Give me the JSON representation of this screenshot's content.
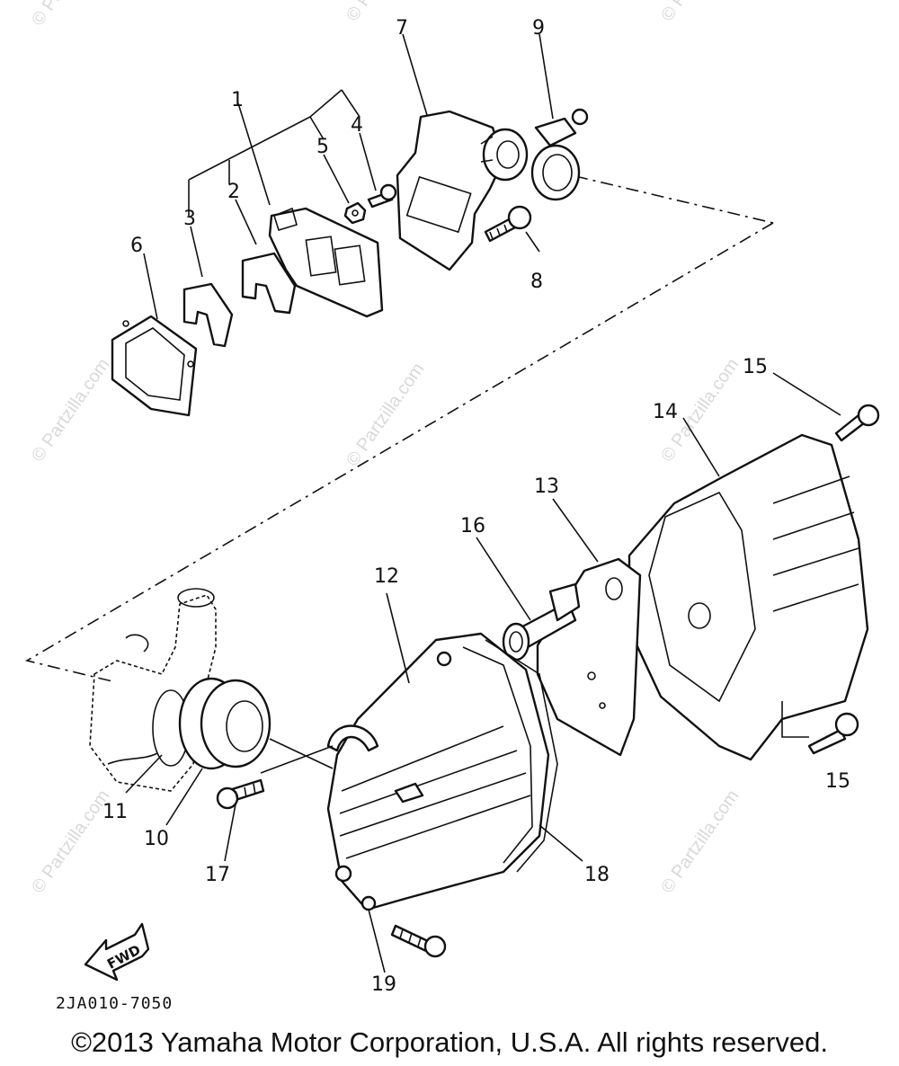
{
  "watermark": "© Partzilla.com",
  "callouts": {
    "n1": "1",
    "n2": "2",
    "n3": "3",
    "n4": "4",
    "n5": "5",
    "n6": "6",
    "n7": "7",
    "n8": "8",
    "n9": "9",
    "n10": "10",
    "n11": "11",
    "n12": "12",
    "n13": "13",
    "n14": "14",
    "n15a": "15",
    "n15b": "15",
    "n16": "16",
    "n17": "17",
    "n18": "18",
    "n19": "19"
  },
  "fwd_label": "FWD",
  "diagram_code": "2JA010-7050",
  "copyright": "©2013 Yamaha Motor Corporation, U.S.A. All rights reserved."
}
